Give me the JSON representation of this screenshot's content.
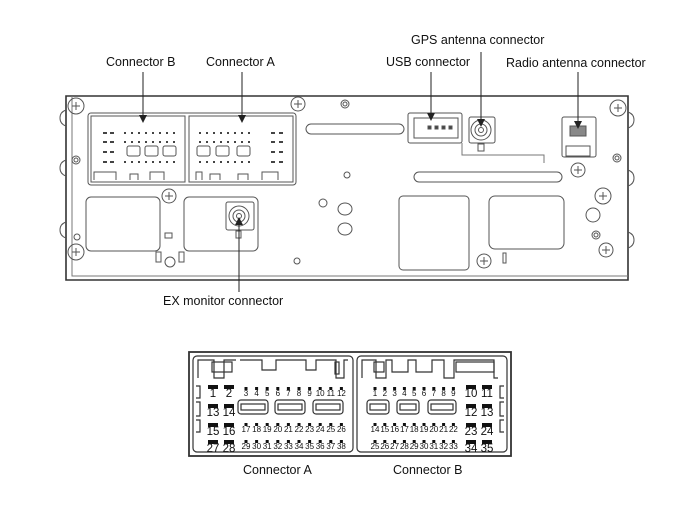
{
  "top_view": {
    "callouts": {
      "connector_b": "Connector B",
      "connector_a": "Connector A",
      "gps": "GPS antenna connector",
      "usb": "USB connector",
      "radio": "Radio antenna connector",
      "ex_monitor": "EX monitor connector"
    }
  },
  "pinout": {
    "connector_a": {
      "caption": "Connector A",
      "large_pins_left_rows": [
        [
          "1",
          "2"
        ],
        [
          "13",
          "14"
        ],
        [
          "15",
          "16"
        ],
        [
          "27",
          "28"
        ]
      ],
      "small_pin_rows": [
        [
          "3",
          "4",
          "5",
          "6",
          "7",
          "8",
          "9",
          "10",
          "11",
          "12"
        ],
        [
          "17",
          "18",
          "19",
          "20",
          "21",
          "22",
          "23",
          "24",
          "25",
          "26"
        ],
        [
          "29",
          "30",
          "31",
          "32",
          "33",
          "34",
          "35",
          "36",
          "37",
          "38"
        ]
      ]
    },
    "connector_b": {
      "caption": "Connector B",
      "large_pins_right_rows": [
        [
          "10",
          "11"
        ],
        [
          "12",
          "13"
        ],
        [
          "23",
          "24"
        ],
        [
          "34",
          "35"
        ]
      ],
      "small_pin_rows": [
        [
          "1",
          "2",
          "3",
          "4",
          "5",
          "6",
          "7",
          "8",
          "9"
        ],
        [
          "14",
          "15",
          "16",
          "17",
          "18",
          "19",
          "20",
          "21",
          "22"
        ],
        [
          "25",
          "26",
          "27",
          "28",
          "29",
          "30",
          "31",
          "32",
          "33"
        ]
      ]
    }
  }
}
